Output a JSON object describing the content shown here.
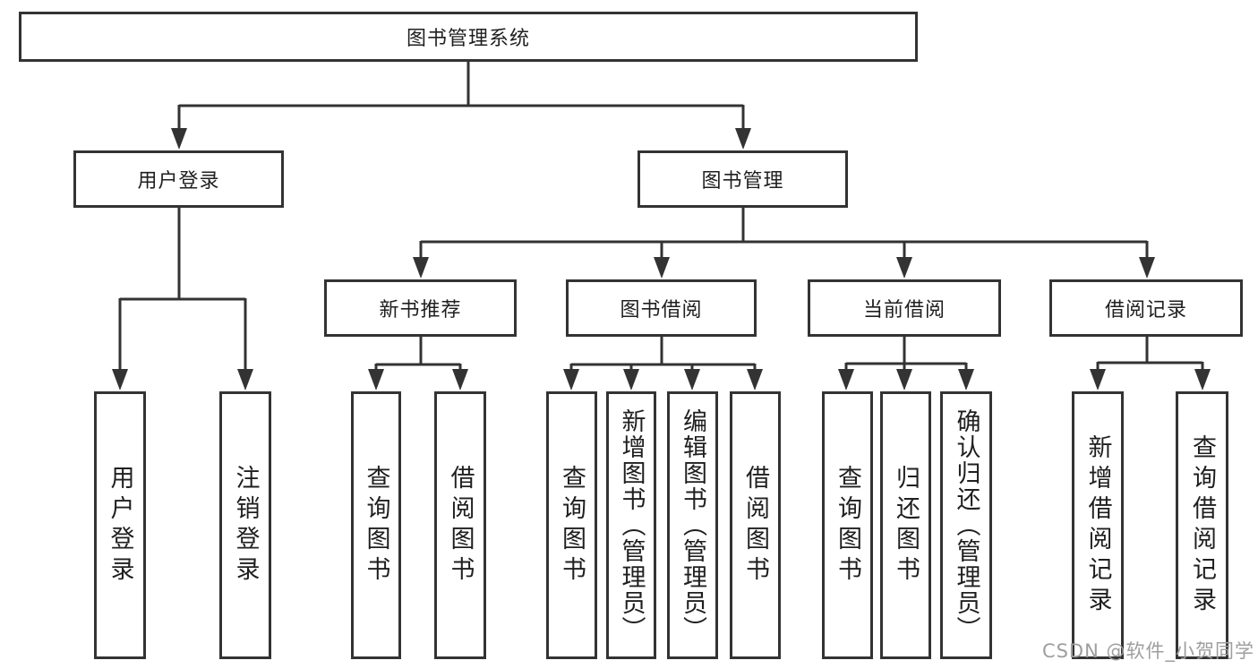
{
  "diagram": {
    "colors": {
      "line": "#333333",
      "box_border": "#333333",
      "text": "#1f1f1f",
      "watermark": "#9e9e9e",
      "background": "#ffffff"
    },
    "root": {
      "label": "图书管理系统"
    },
    "level2": [
      {
        "label": "用户登录",
        "children": [
          "用户登录",
          "注销登录"
        ]
      },
      {
        "label": "图书管理"
      }
    ],
    "level3": [
      {
        "label": "新书推荐",
        "children": [
          "查询图书",
          "借阅图书"
        ]
      },
      {
        "label": "图书借阅",
        "children": [
          "查询图书",
          "新增图书（管理员）",
          "编辑图书（管理员）",
          "借阅图书"
        ]
      },
      {
        "label": "当前借阅",
        "children": [
          "查询图书",
          "归还图书",
          "确认归还（管理员）"
        ]
      },
      {
        "label": "借阅记录",
        "children": [
          "新增借阅记录",
          "查询借阅记录"
        ]
      }
    ],
    "watermark": "CSDN @软件_小贺同学"
  }
}
